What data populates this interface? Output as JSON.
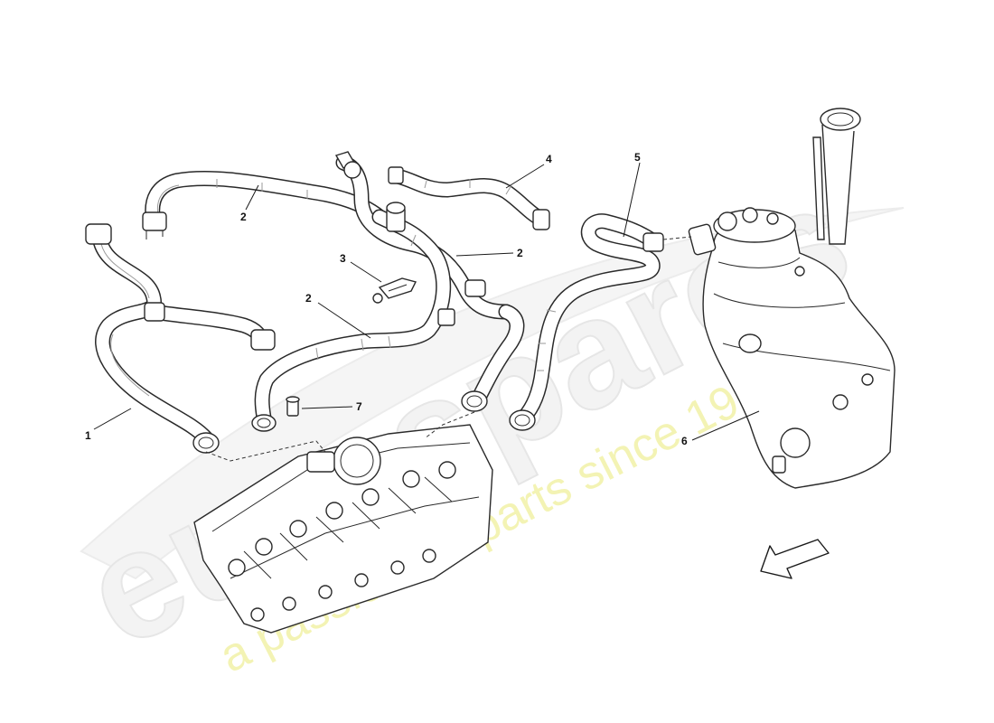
{
  "watermark": {
    "brand": "eurospares",
    "tagline": "a passion for parts since 1985"
  },
  "callouts": [
    {
      "id": "c1",
      "label": "1"
    },
    {
      "id": "c2a",
      "label": "2"
    },
    {
      "id": "c2b",
      "label": "2"
    },
    {
      "id": "c2c",
      "label": "2"
    },
    {
      "id": "c3",
      "label": "3"
    },
    {
      "id": "c4",
      "label": "4"
    },
    {
      "id": "c5",
      "label": "5"
    },
    {
      "id": "c6",
      "label": "6"
    },
    {
      "id": "c7",
      "label": "7"
    }
  ],
  "icons": {
    "direction_arrow": "arrow-down-left-icon"
  }
}
